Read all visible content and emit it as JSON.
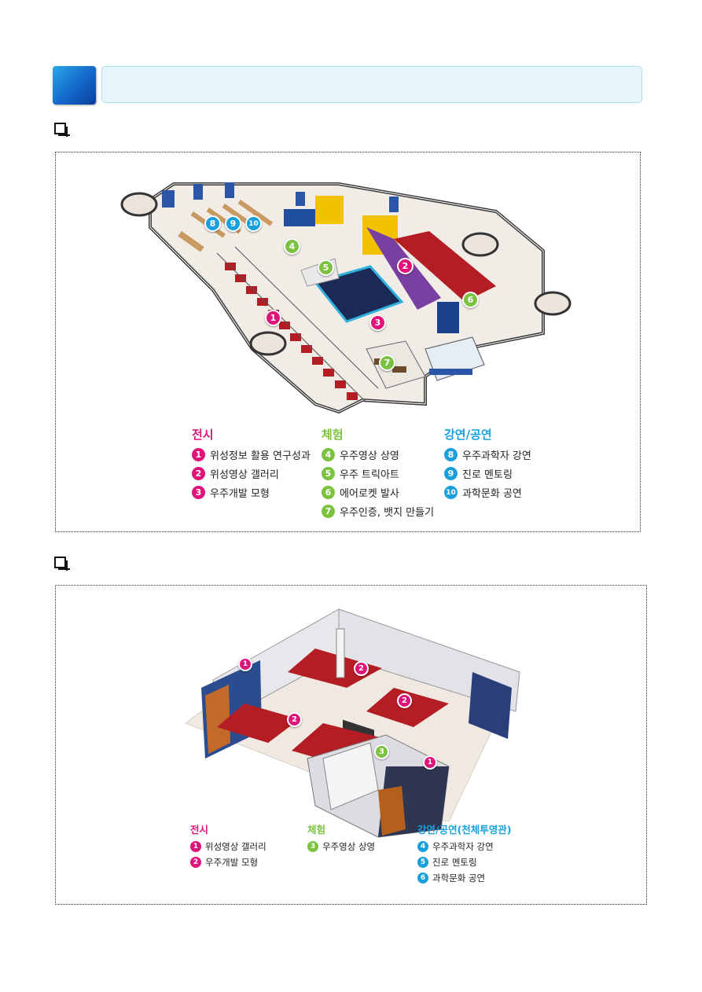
{
  "section1": {
    "legend": {
      "exhibit": {
        "heading": "전시",
        "items": [
          {
            "num": "1",
            "label": "위성정보 활용 연구성과"
          },
          {
            "num": "2",
            "label": "위성영상 갤러리"
          },
          {
            "num": "3",
            "label": "우주개발 모형"
          }
        ]
      },
      "experience": {
        "heading": "체험",
        "items": [
          {
            "num": "4",
            "label": "우주영상 상영"
          },
          {
            "num": "5",
            "label": "우주 트릭아트"
          },
          {
            "num": "6",
            "label": "에어로켓 발사"
          },
          {
            "num": "7",
            "label": "우주인증, 뱃지 만들기"
          }
        ]
      },
      "lecture": {
        "heading": "강연/공연",
        "items": [
          {
            "num": "8",
            "label": "우주과학자 강연"
          },
          {
            "num": "9",
            "label": "진로 멘토링"
          },
          {
            "num": "10",
            "label": "과학문화 공연"
          }
        ]
      }
    },
    "markers": [
      "1",
      "2",
      "3",
      "4",
      "5",
      "6",
      "7",
      "8",
      "9",
      "10"
    ]
  },
  "section2": {
    "legend": {
      "exhibit": {
        "heading": "전시",
        "items": [
          {
            "num": "1",
            "label": "위성영상 갤러리"
          },
          {
            "num": "2",
            "label": "우주개발 모형"
          }
        ]
      },
      "experience": {
        "heading": "체험",
        "items": [
          {
            "num": "3",
            "label": "우주영상 상영"
          }
        ]
      },
      "lecture": {
        "heading": "강연/공연(천체투영관)",
        "items": [
          {
            "num": "4",
            "label": "우주과학자 강연"
          },
          {
            "num": "5",
            "label": "진로 멘토링"
          },
          {
            "num": "6",
            "label": "과학문화 공연"
          }
        ]
      }
    },
    "markers": [
      "1",
      "2",
      "2",
      "2",
      "3",
      "1"
    ]
  },
  "colors": {
    "pink": "#e0137a",
    "green": "#7cc241",
    "blue": "#19a0dc",
    "carpet": "#b51d24"
  }
}
